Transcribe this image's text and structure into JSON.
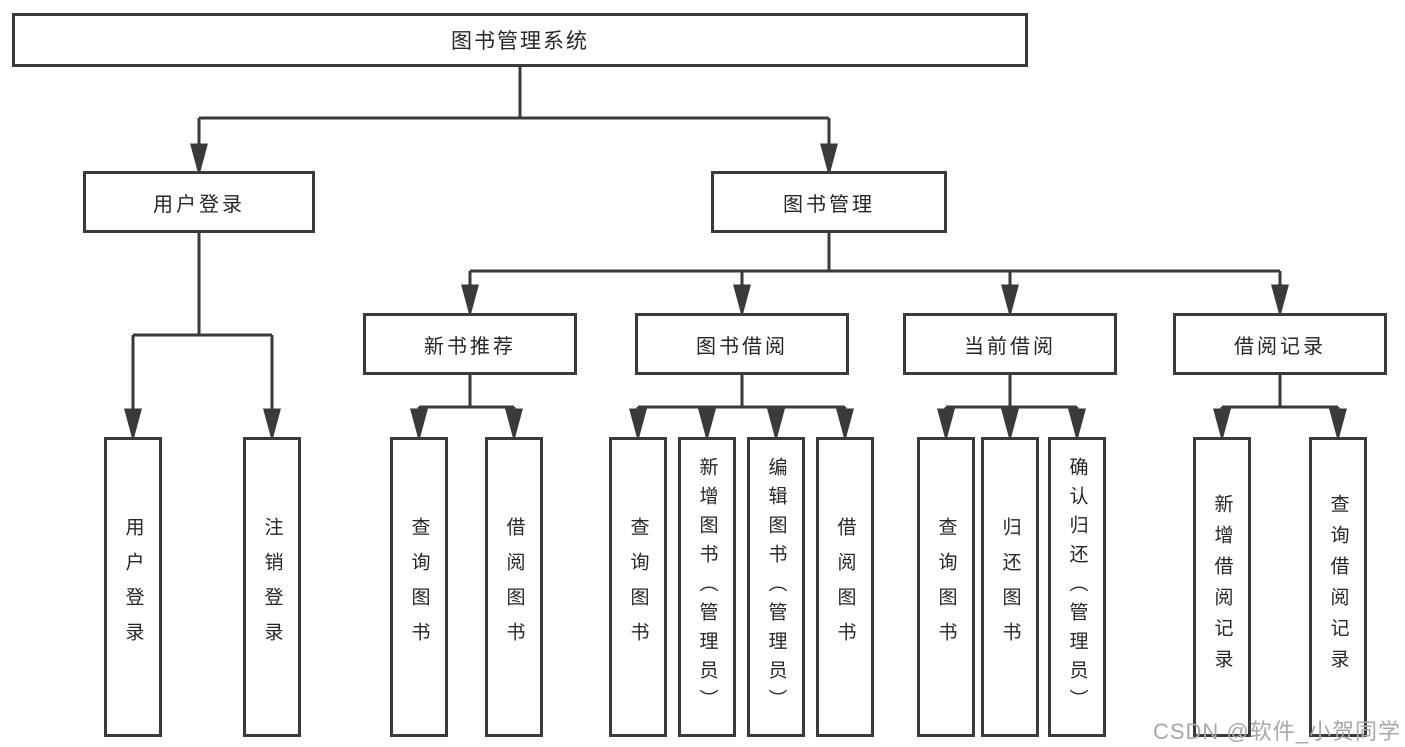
{
  "tree": {
    "root": {
      "label": "图书管理系统"
    },
    "login": {
      "label": "用户登录",
      "children": [
        {
          "label": "用户登录"
        },
        {
          "label": "注销登录"
        }
      ]
    },
    "management": {
      "label": "图书管理",
      "groups": [
        {
          "label": "新书推荐",
          "children": [
            {
              "label": "查询图书"
            },
            {
              "label": "借阅图书"
            }
          ]
        },
        {
          "label": "图书借阅",
          "children": [
            {
              "label": "查询图书"
            },
            {
              "label": "新增图书（管理员）"
            },
            {
              "label": "编辑图书（管理员）"
            },
            {
              "label": "借阅图书"
            }
          ]
        },
        {
          "label": "当前借阅",
          "children": [
            {
              "label": "查询图书"
            },
            {
              "label": "归还图书"
            },
            {
              "label": "确认归还（管理员）"
            }
          ]
        },
        {
          "label": "借阅记录",
          "children": [
            {
              "label": "新增借阅记录"
            },
            {
              "label": "查询借阅记录"
            }
          ]
        }
      ]
    }
  },
  "watermark": {
    "text": "CSDN @软件_小贺同学"
  },
  "colors": {
    "line": "#3a3a3a",
    "box_border": "#3a3a3a",
    "text": "#262626",
    "watermark": "#a8a8a8",
    "background": "#ffffff"
  }
}
